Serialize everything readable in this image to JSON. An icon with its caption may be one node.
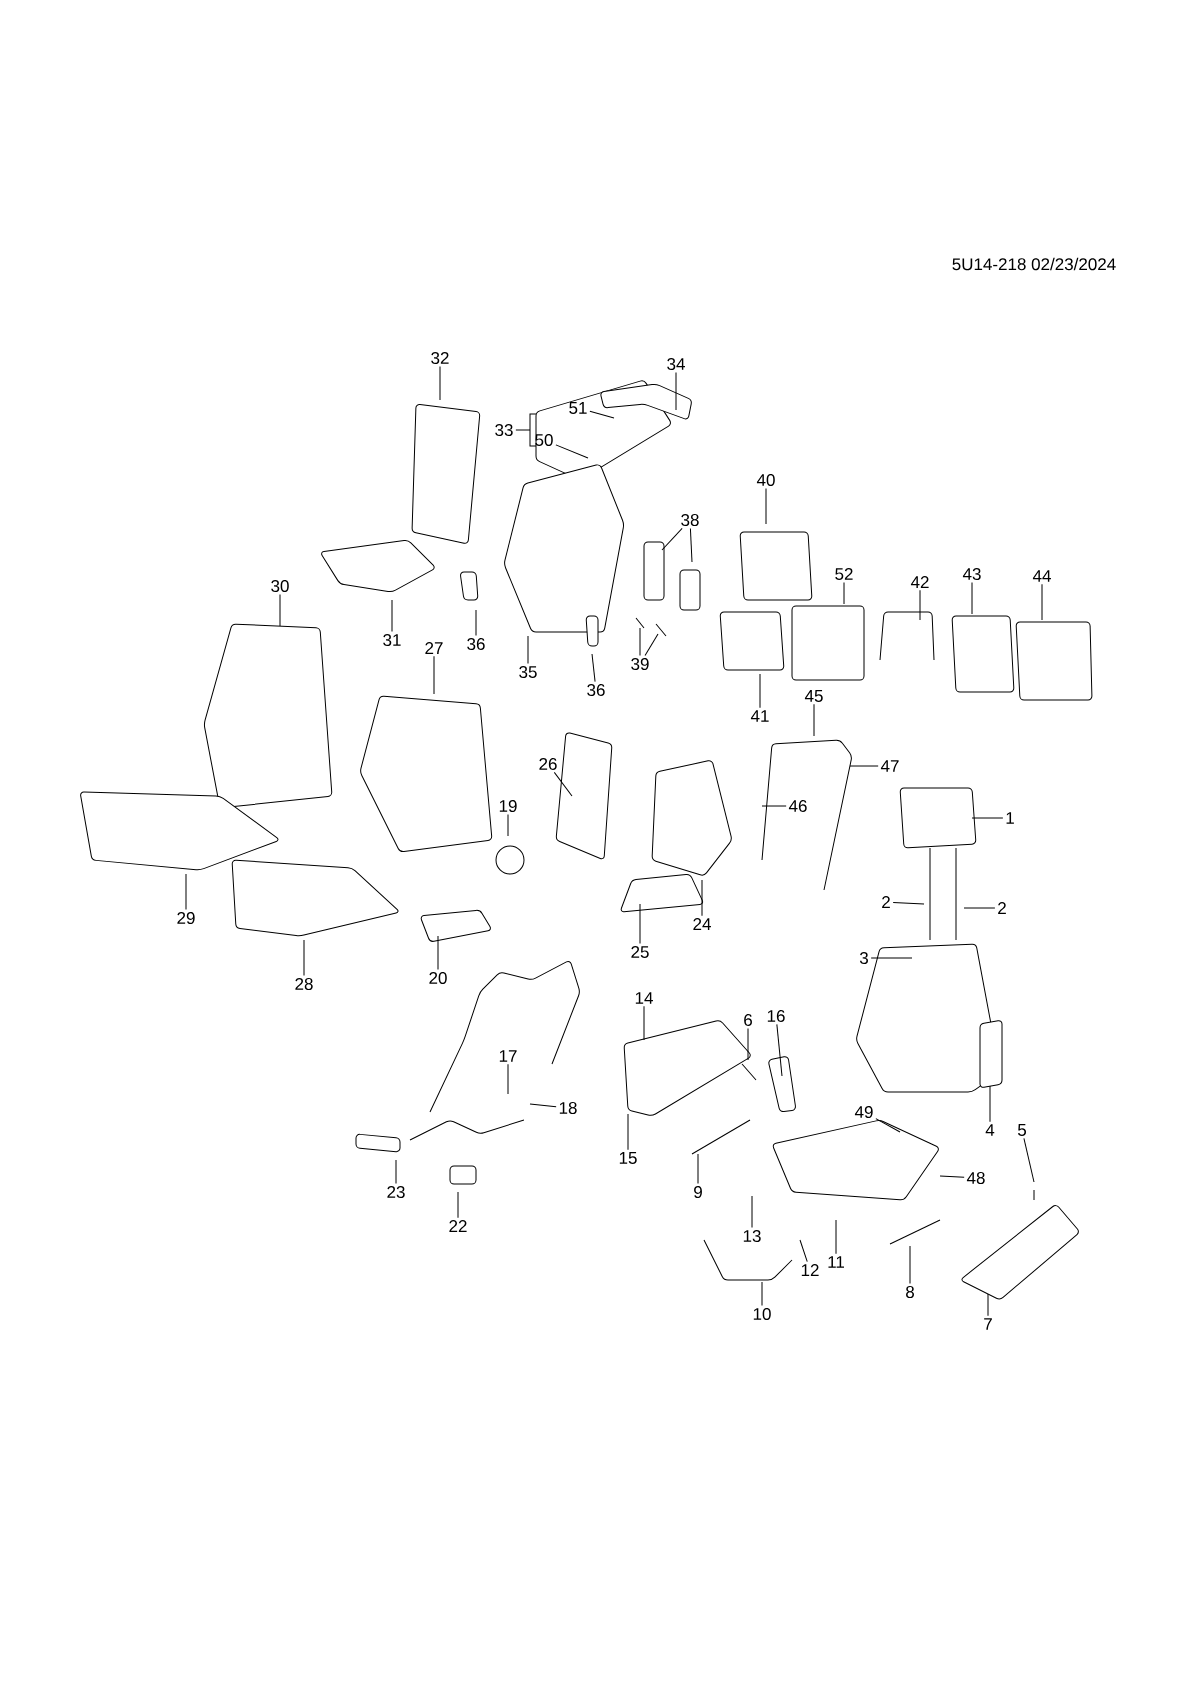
{
  "diagram": {
    "nodes": [
      {
        "text": [
          "32"
        ]
      },
      {
        "text": [
          "34"
        ]
      },
      {
        "text": [
          "51"
        ]
      },
      {
        "text": [
          "33"
        ]
      },
      {
        "text": [
          "50"
        ]
      },
      {
        "text": [
          "40"
        ]
      },
      {
        "text": [
          "38"
        ]
      },
      {
        "text": [
          "52"
        ]
      },
      {
        "text": [
          "43"
        ]
      },
      {
        "text": [
          "44"
        ]
      },
      {
        "text": [
          "42"
        ]
      },
      {
        "text": [
          "30"
        ]
      },
      {
        "text": [
          "31"
        ]
      },
      {
        "text": [
          "36"
        ]
      },
      {
        "text": [
          "27"
        ]
      },
      {
        "text": [
          "39"
        ]
      },
      {
        "text": [
          "35"
        ]
      },
      {
        "text": [
          "36"
        ]
      },
      {
        "text": [
          "45"
        ]
      },
      {
        "text": [
          "41"
        ]
      },
      {
        "text": [
          "26"
        ]
      },
      {
        "text": [
          "47"
        ]
      },
      {
        "text": [
          "19"
        ]
      },
      {
        "text": [
          "46"
        ]
      },
      {
        "text": [
          "1"
        ]
      },
      {
        "text": [
          "2"
        ]
      },
      {
        "text": [
          "2"
        ]
      },
      {
        "text": [
          "29"
        ]
      },
      {
        "text": [
          "24"
        ]
      },
      {
        "text": [
          "25"
        ]
      },
      {
        "text": [
          "3"
        ]
      },
      {
        "text": [
          "20"
        ]
      },
      {
        "text": [
          "28"
        ]
      },
      {
        "text": [
          "14"
        ]
      },
      {
        "text": [
          "16"
        ]
      },
      {
        "text": [
          "6"
        ]
      },
      {
        "text": [
          "17"
        ]
      },
      {
        "text": [
          "18"
        ]
      },
      {
        "text": [
          "49"
        ]
      },
      {
        "text": [
          "4"
        ]
      },
      {
        "text": [
          "5"
        ]
      },
      {
        "text": [
          "15"
        ]
      },
      {
        "text": [
          "48"
        ]
      },
      {
        "text": [
          "9"
        ]
      },
      {
        "text": [
          "23"
        ]
      },
      {
        "text": [
          "22"
        ]
      },
      {
        "text": [
          "13"
        ]
      },
      {
        "text": [
          "11"
        ]
      },
      {
        "text": [
          "12"
        ]
      },
      {
        "text": [
          "8"
        ]
      },
      {
        "text": [
          "10"
        ]
      },
      {
        "text": [
          "7"
        ]
      }
    ],
    "edges": [
      {
        "from": 0,
        "to": null,
        "arrow": "none"
      },
      {
        "from": 1,
        "to": null,
        "arrow": "none"
      },
      {
        "from": 2,
        "to": null,
        "arrow": "none"
      },
      {
        "from": 3,
        "to": null,
        "arrow": "none"
      },
      {
        "from": 4,
        "to": null,
        "arrow": "none"
      },
      {
        "from": 5,
        "to": null,
        "arrow": "none"
      },
      {
        "from": 6,
        "to": null,
        "arrow": "none"
      },
      {
        "from": 6,
        "to": null,
        "arrow": "none"
      },
      {
        "from": 7,
        "to": null,
        "arrow": "none"
      },
      {
        "from": 8,
        "to": null,
        "arrow": "none"
      },
      {
        "from": 9,
        "to": null,
        "arrow": "none"
      },
      {
        "from": 10,
        "to": null,
        "arrow": "none"
      },
      {
        "from": 11,
        "to": null,
        "arrow": "none"
      },
      {
        "from": 12,
        "to": null,
        "arrow": "none"
      },
      {
        "from": 13,
        "to": null,
        "arrow": "none"
      },
      {
        "from": 14,
        "to": null,
        "arrow": "none"
      },
      {
        "from": 15,
        "to": null,
        "arrow": "none"
      },
      {
        "from": 15,
        "to": null,
        "arrow": "none"
      },
      {
        "from": 16,
        "to": null,
        "arrow": "none"
      },
      {
        "from": 17,
        "to": null,
        "arrow": "none"
      },
      {
        "from": 18,
        "to": null,
        "arrow": "none"
      },
      {
        "from": 19,
        "to": null,
        "arrow": "none"
      },
      {
        "from": 20,
        "to": null,
        "arrow": "none"
      },
      {
        "from": 21,
        "to": null,
        "arrow": "none"
      },
      {
        "from": 22,
        "to": null,
        "arrow": "none"
      },
      {
        "from": 23,
        "to": null,
        "arrow": "none"
      },
      {
        "from": 24,
        "to": null,
        "arrow": "none"
      },
      {
        "from": 25,
        "to": null,
        "arrow": "none"
      },
      {
        "from": 26,
        "to": null,
        "arrow": "none"
      },
      {
        "from": 27,
        "to": null,
        "arrow": "none"
      },
      {
        "from": 28,
        "to": null,
        "arrow": "none"
      },
      {
        "from": 29,
        "to": null,
        "arrow": "none"
      },
      {
        "from": 30,
        "to": null,
        "arrow": "none"
      },
      {
        "from": 31,
        "to": null,
        "arrow": "none"
      },
      {
        "from": 32,
        "to": null,
        "arrow": "none"
      },
      {
        "from": 33,
        "to": null,
        "arrow": "none"
      },
      {
        "from": 34,
        "to": null,
        "arrow": "none"
      },
      {
        "from": 35,
        "to": null,
        "arrow": "none"
      },
      {
        "from": 36,
        "to": null,
        "arrow": "none"
      },
      {
        "from": 37,
        "to": null,
        "arrow": "none"
      },
      {
        "from": 38,
        "to": null,
        "arrow": "none"
      },
      {
        "from": 39,
        "to": null,
        "arrow": "none"
      },
      {
        "from": 40,
        "to": null,
        "arrow": "none"
      },
      {
        "from": 41,
        "to": null,
        "arrow": "none"
      },
      {
        "from": 42,
        "to": null,
        "arrow": "none"
      },
      {
        "from": 43,
        "to": null,
        "arrow": "none"
      },
      {
        "from": 44,
        "to": null,
        "arrow": "none"
      },
      {
        "from": 45,
        "to": null,
        "arrow": "none"
      },
      {
        "from": 46,
        "to": null,
        "arrow": "none"
      },
      {
        "from": 47,
        "to": null,
        "arrow": "none"
      },
      {
        "from": 48,
        "to": null,
        "arrow": "none"
      },
      {
        "from": 49,
        "to": null,
        "arrow": "none"
      },
      {
        "from": 50,
        "to": null,
        "arrow": "none"
      },
      {
        "from": 51,
        "to": null,
        "arrow": "none"
      }
    ],
    "labels": [
      "5U14-218 02/23/2024"
    ]
  }
}
